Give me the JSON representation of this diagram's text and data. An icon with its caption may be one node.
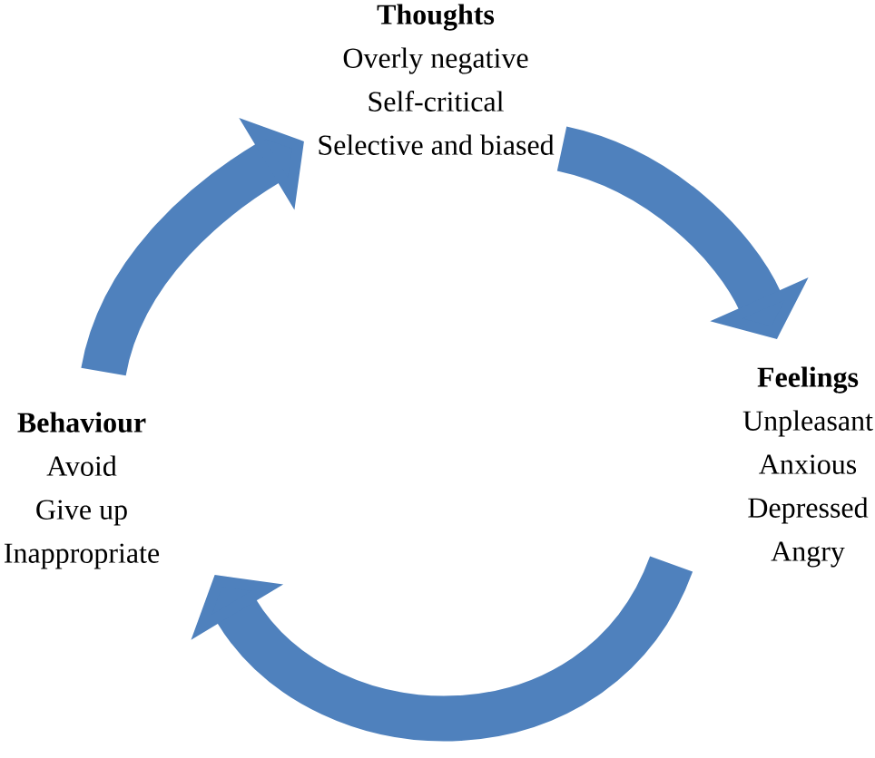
{
  "diagram": {
    "nodes": [
      {
        "text": [
          "Thoughts",
          "Overly negative",
          "Self-critical",
          "Selective and biased"
        ]
      },
      {
        "text": [
          "Feelings",
          "Unpleasant",
          "Anxious",
          "Depressed",
          "Angry"
        ]
      },
      {
        "text": [
          "Behaviour",
          "Avoid",
          "Give up",
          "Inappropriate"
        ]
      }
    ],
    "edges": [
      {
        "from": 0,
        "to": 1,
        "arrow": "to"
      },
      {
        "from": 1,
        "to": 2,
        "arrow": "to"
      },
      {
        "from": 2,
        "to": 0,
        "arrow": "to"
      }
    ]
  }
}
